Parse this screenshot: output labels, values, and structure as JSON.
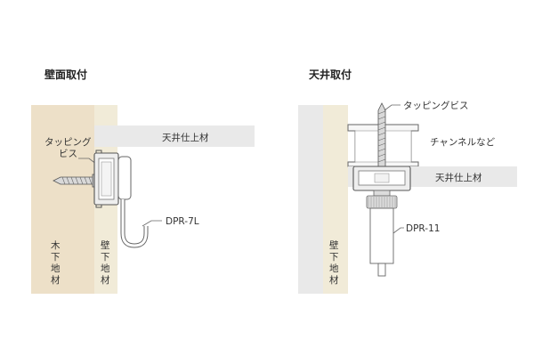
{
  "wall_mount": {
    "title": "壁面取付",
    "ceiling_label": "天井仕上材",
    "screw_label_line1": "タッピング",
    "screw_label_line2": "ビス",
    "wood_base_chars": [
      "木",
      "下",
      "地",
      "材"
    ],
    "wall_base_chars": [
      "壁",
      "下",
      "地",
      "材"
    ],
    "part_label": "DPR-7L"
  },
  "ceiling_mount": {
    "title": "天井取付",
    "screw_label": "タッピングビス",
    "channel_label": "チャンネルなど",
    "ceiling_label": "天井仕上材",
    "wall_base_chars": [
      "壁",
      "下",
      "地",
      "材"
    ],
    "part_label": "DPR-11"
  },
  "colors": {
    "wood_base": "#ede0c8",
    "wall_base": "#f1ebd8",
    "ceiling_finish": "#e9e9e9",
    "left_wall_gray": "#e9e9e9",
    "rail_outline": "#555555",
    "channel_fill": "#f7f7f7"
  }
}
